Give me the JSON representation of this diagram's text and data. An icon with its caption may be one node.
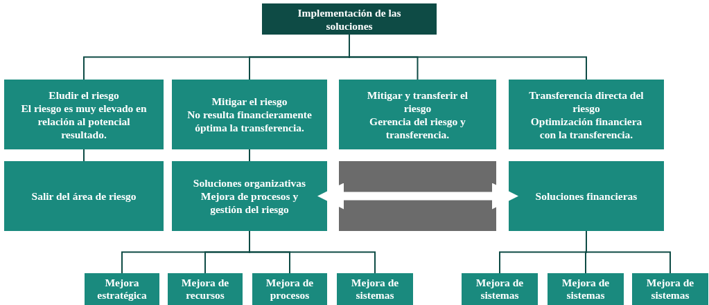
{
  "diagram": {
    "nodes": [
      {
        "text": [
          "Implementación de las soluciones"
        ]
      },
      {
        "text": [
          "Eludir el riesgo",
          "El riesgo es muy elevado en relación al potencial resultado."
        ]
      },
      {
        "text": [
          "Mitigar el riesgo",
          "No resulta financieramente óptima la transferencia."
        ]
      },
      {
        "text": [
          "Mitigar y transferir el riesgo",
          "Gerencia del riesgo y transferencia."
        ]
      },
      {
        "text": [
          "Transferencia directa del riesgo",
          "Optimización financiera con la transferencia."
        ]
      },
      {
        "text": [
          "Salir del área de riesgo"
        ]
      },
      {
        "text": [
          "Soluciones organizativas",
          "Mejora de procesos y gestión del riesgo"
        ]
      },
      {
        "text": [
          "Soluciones financieras"
        ]
      },
      {
        "text": [
          "Mejora estratégica"
        ]
      },
      {
        "text": [
          "Mejora de recursos"
        ]
      },
      {
        "text": [
          "Mejora de procesos"
        ]
      },
      {
        "text": [
          "Mejora de sistemas"
        ]
      },
      {
        "text": [
          "Mejora de sistemas"
        ]
      },
      {
        "text": [
          "Mejora de sistemas"
        ]
      },
      {
        "text": [
          "Mejora de sistemas"
        ]
      }
    ],
    "edges": [
      {
        "from": 0,
        "to": 1,
        "arrow": "none"
      },
      {
        "from": 0,
        "to": 2,
        "arrow": "none"
      },
      {
        "from": 0,
        "to": 3,
        "arrow": "none"
      },
      {
        "from": 0,
        "to": 4,
        "arrow": "none"
      },
      {
        "from": 1,
        "to": 5,
        "arrow": "none"
      },
      {
        "from": 2,
        "to": 6,
        "arrow": "none"
      },
      {
        "from": 6,
        "to": 8,
        "arrow": "none"
      },
      {
        "from": 6,
        "to": 9,
        "arrow": "none"
      },
      {
        "from": 6,
        "to": 10,
        "arrow": "none"
      },
      {
        "from": 6,
        "to": 11,
        "arrow": "none"
      },
      {
        "from": 7,
        "to": 12,
        "arrow": "none"
      },
      {
        "from": 7,
        "to": 13,
        "arrow": "none"
      },
      {
        "from": 7,
        "to": 14,
        "arrow": "none"
      },
      {
        "from": 6,
        "to": 7,
        "arrow": "both",
        "style": "thick",
        "color": "#ffffff"
      }
    ]
  }
}
